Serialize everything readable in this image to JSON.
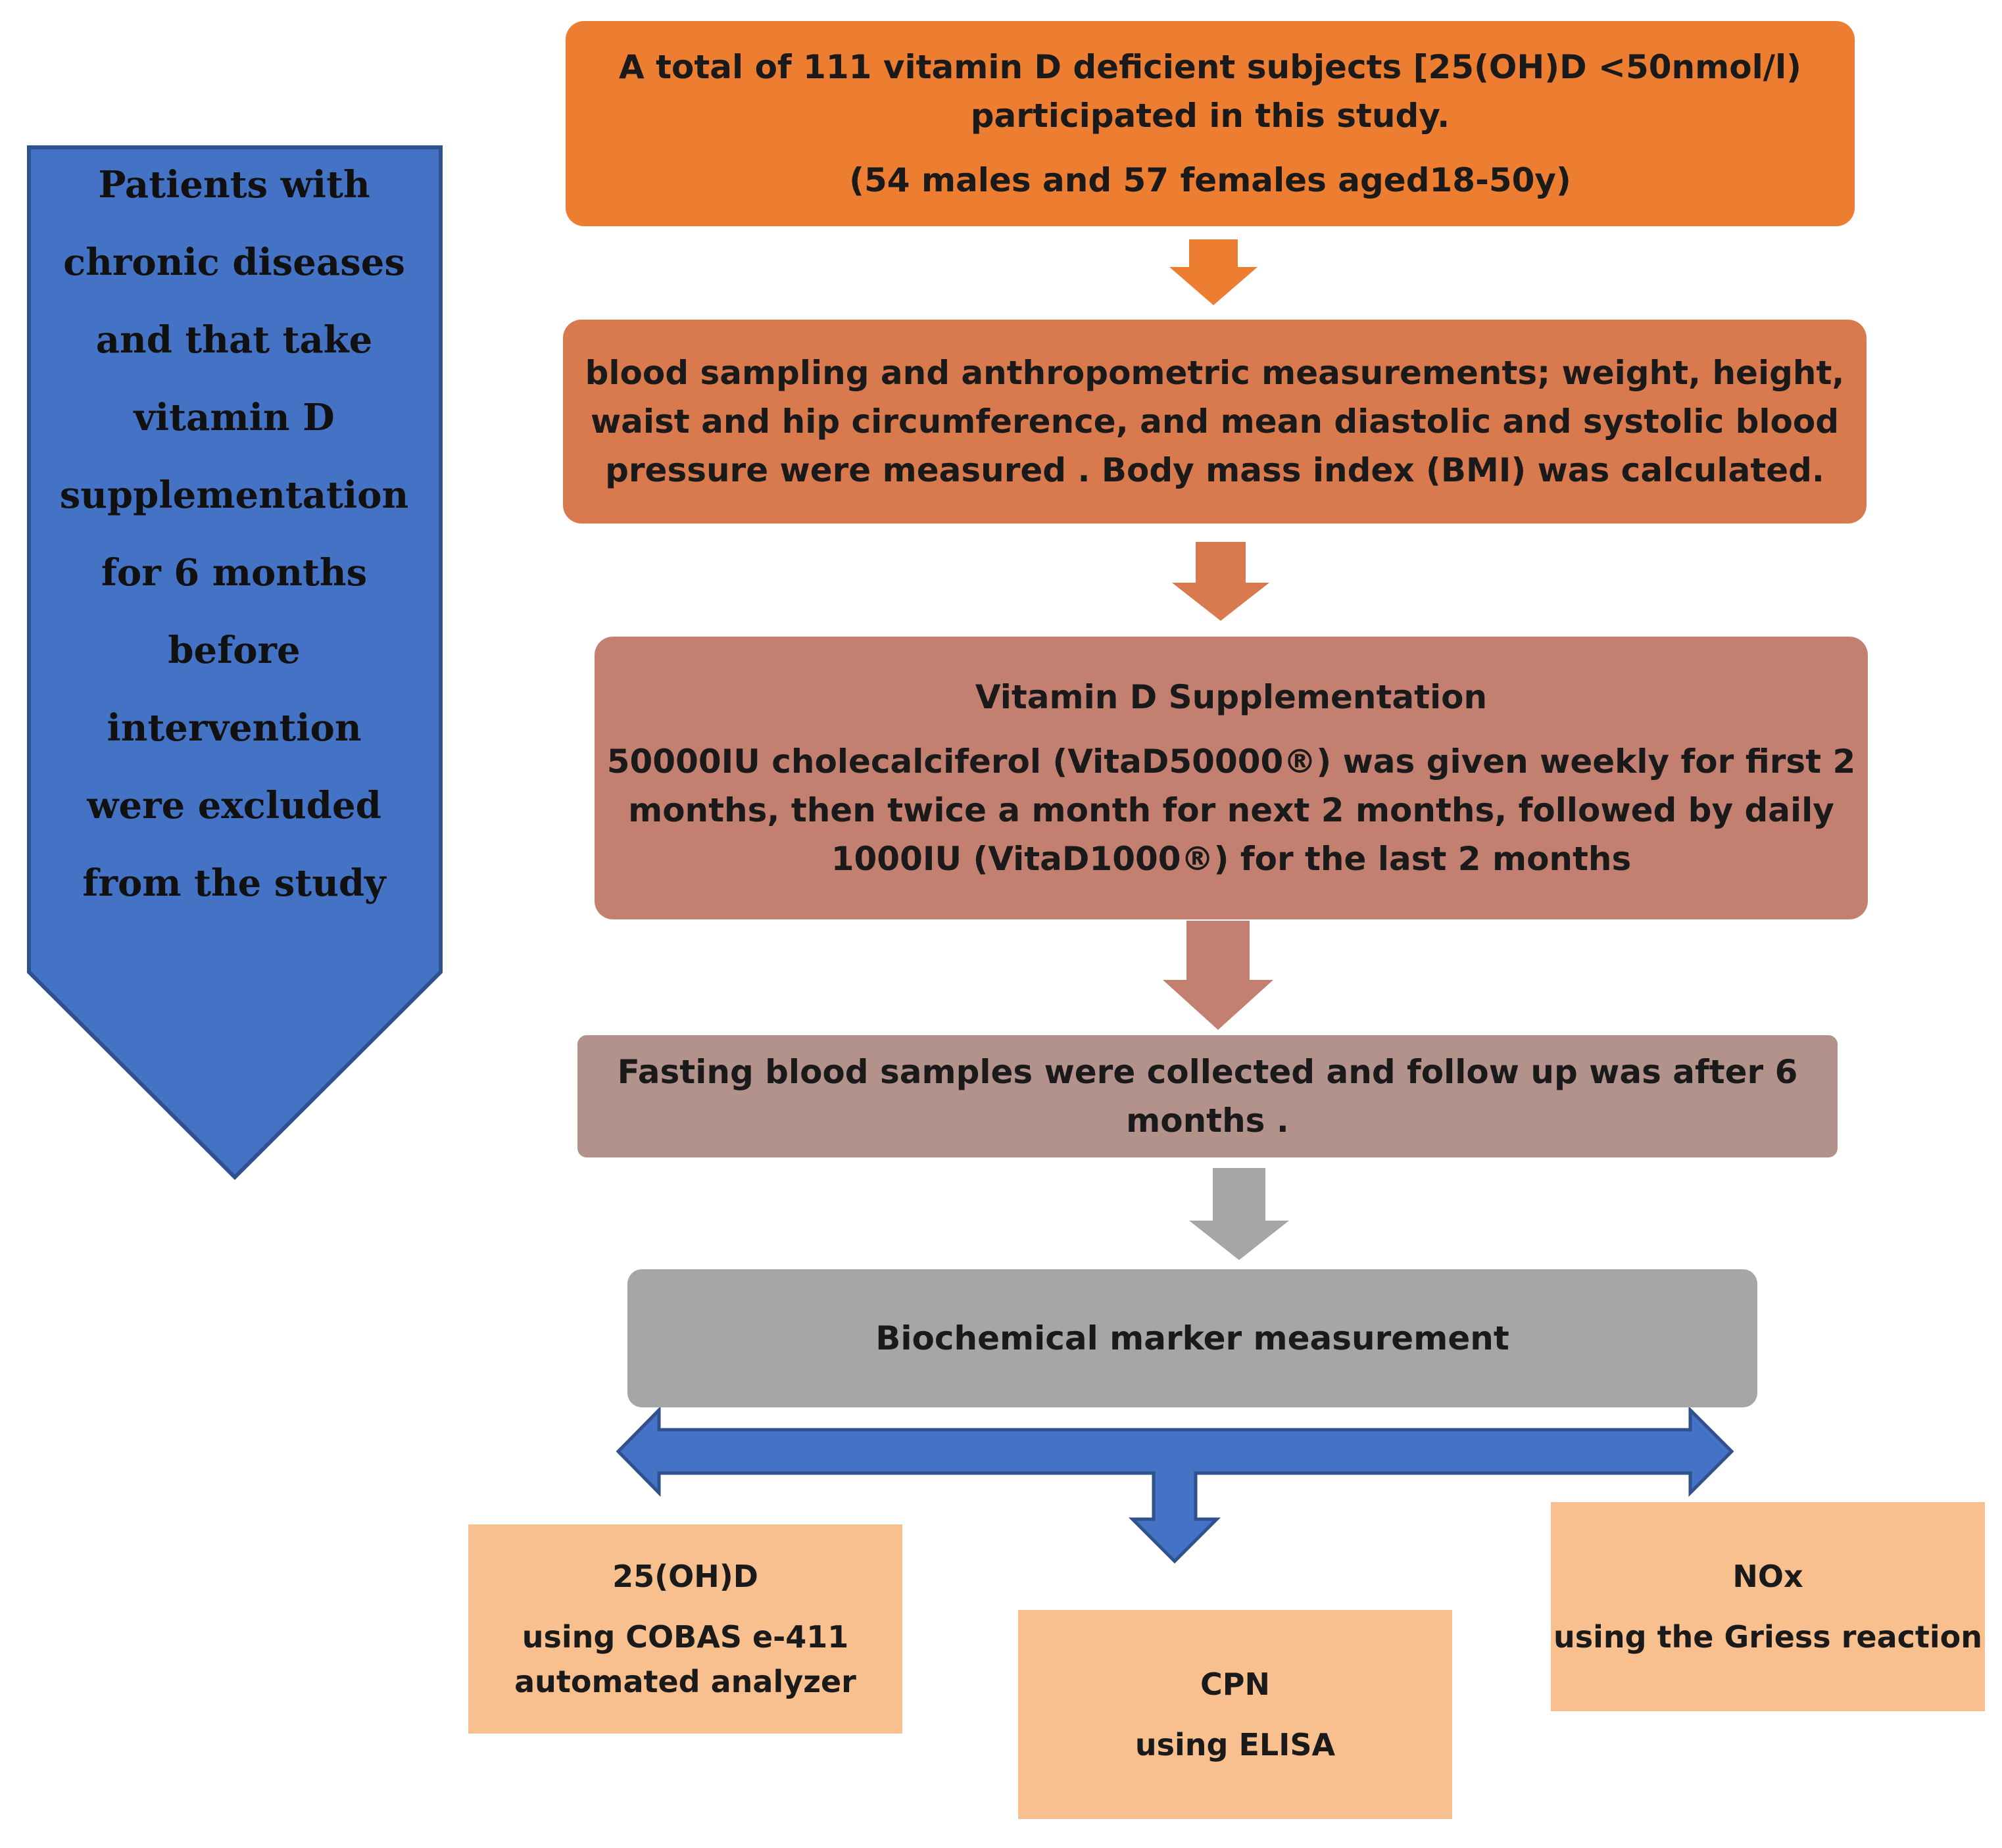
{
  "steps": {
    "enrollment": {
      "line1": "A total of 111 vitamin D deficient subjects [25(OH)D <50nmol/l)",
      "line2": "participated in this study.",
      "line3": "(54 males and 57 females aged18-50y)"
    },
    "measurements": {
      "line1": "blood sampling and anthropometric measurements; weight, height,",
      "line2": "waist and hip circumference, and mean diastolic and systolic blood",
      "line3": "pressure were measured . Body mass index (BMI) was calculated."
    },
    "supplementation": {
      "title": "Vitamin D Supplementation",
      "line1": "50000IU cholecalciferol (VitaD50000®) was given weekly for first 2",
      "line2": "months, then twice a month for next 2 months, followed by daily",
      "line3": "1000IU (VitaD1000®) for the last 2 months"
    },
    "followup": {
      "line1": "Fasting blood samples were collected  and follow up was after 6",
      "line2": "months ."
    },
    "biochemical": {
      "label": "Biochemical marker measurement"
    }
  },
  "markers": [
    {
      "name": "25(OH)D",
      "line1": "using COBAS e-411",
      "line2": "automated analyzer"
    },
    {
      "name": "CPN",
      "line1": "using ELISA"
    },
    {
      "name": "NOx",
      "line1": "using the Griess reaction"
    }
  ],
  "exclusion": {
    "lines": [
      "Patients with",
      "chronic diseases",
      "and that take",
      "vitamin D",
      "supplementation",
      "for 6 months",
      "before",
      "intervention",
      "were excluded",
      "from the study"
    ]
  },
  "colors": {
    "step1": "#ed7d31",
    "step2": "#d97a4e",
    "step3": "#c38070",
    "step4": "#b4928c",
    "step5": "#a6a6a6",
    "leaf": "#f8c08e",
    "blue": "#4472c4"
  }
}
